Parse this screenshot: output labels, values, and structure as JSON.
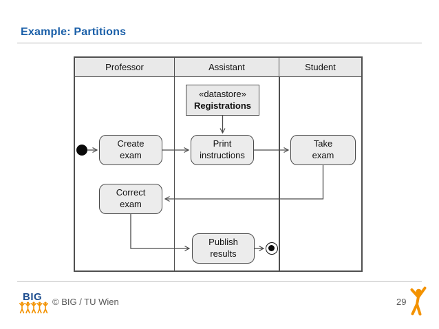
{
  "slide": {
    "title": "Example: Partitions"
  },
  "diagram": {
    "lanes": [
      {
        "label": "Professor"
      },
      {
        "label": "Assistant"
      },
      {
        "label": "Student"
      }
    ],
    "datastore": {
      "stereotype": "«datastore»",
      "name": "Registrations"
    },
    "actions": {
      "create_exam": {
        "line1": "Create",
        "line2": "exam"
      },
      "print_instructions": {
        "line1": "Print",
        "line2": "instructions"
      },
      "take_exam": {
        "line1": "Take",
        "line2": "exam"
      },
      "correct_exam": {
        "line1": "Correct",
        "line2": "exam"
      },
      "publish_results": {
        "line1": "Publish",
        "line2": "results"
      }
    },
    "edges": [
      "initial -> Create exam",
      "Create exam -> Print instructions",
      "Print instructions -> Take exam",
      "Registrations -> Print instructions",
      "Take exam -> Correct exam",
      "Correct exam -> Publish results",
      "Publish results -> final"
    ]
  },
  "footer": {
    "logo_text": "BIG",
    "copyright": "© BIG / TU Wien",
    "page_number": "29"
  },
  "colors": {
    "title_blue": "#1a5fa8",
    "logo_blue": "#1e4e8f",
    "accent_orange": "#f39200",
    "node_fill": "#ececec",
    "line_gray": "#4a4a4a"
  }
}
